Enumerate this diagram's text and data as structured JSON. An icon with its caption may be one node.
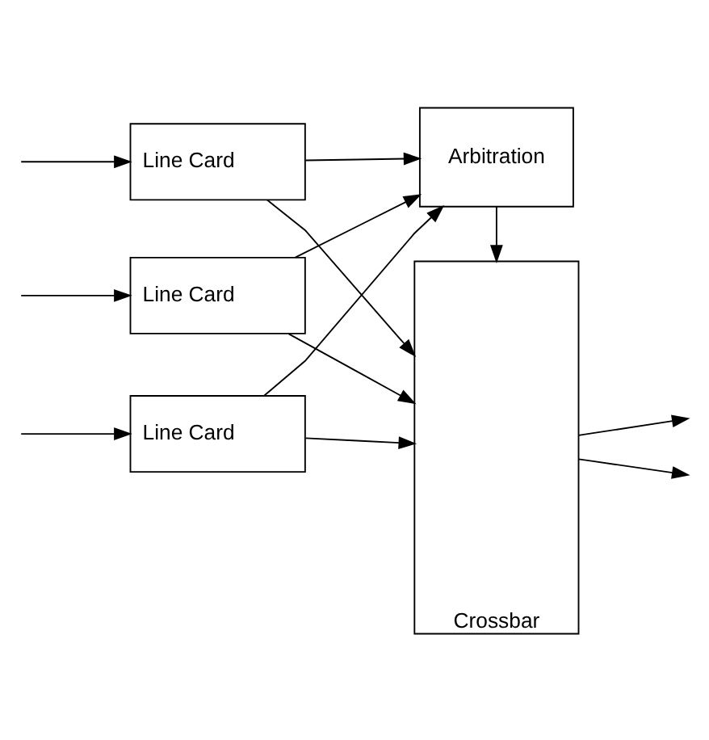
{
  "diagram": {
    "nodes": [
      {
        "text": [
          "Arbitration"
        ]
      },
      {
        "text": [
          "Crossbar"
        ]
      },
      {
        "text": [
          "Line Card"
        ]
      },
      {
        "text": [
          "Line Card"
        ]
      },
      {
        "text": [
          "Line Card"
        ]
      }
    ],
    "edges": [
      {
        "from": null,
        "to": 2,
        "arrow": "to"
      },
      {
        "from": null,
        "to": 3,
        "arrow": "to"
      },
      {
        "from": null,
        "to": 4,
        "arrow": "to"
      },
      {
        "from": 2,
        "to": 0,
        "arrow": "to"
      },
      {
        "from": 3,
        "to": 0,
        "arrow": "to"
      },
      {
        "from": 4,
        "to": 0,
        "arrow": "to"
      },
      {
        "from": 0,
        "to": 1,
        "arrow": "to"
      },
      {
        "from": 2,
        "to": 1,
        "arrow": "to"
      },
      {
        "from": 3,
        "to": 1,
        "arrow": "to"
      },
      {
        "from": 4,
        "to": 1,
        "arrow": "to"
      },
      {
        "from": 1,
        "to": null,
        "arrow": "to"
      },
      {
        "from": 1,
        "to": null,
        "arrow": "to"
      }
    ]
  }
}
